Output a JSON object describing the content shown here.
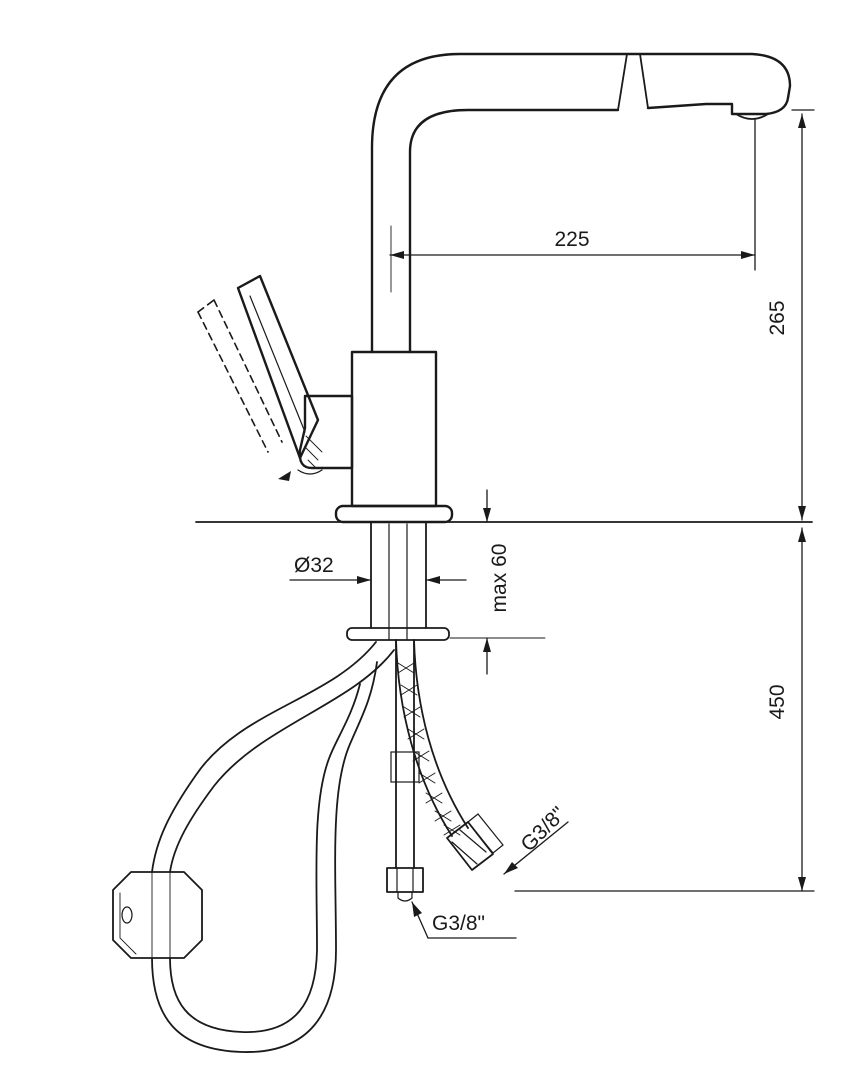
{
  "drawing": {
    "type": "technical-dimension-drawing",
    "subject": "pull-out-kitchen-faucet",
    "dimensions": {
      "spout_reach": "225",
      "spout_outlet_height": "265",
      "under_counter_hose_length": "450",
      "shank_diameter": "Ø32",
      "max_counter_thickness": "max 60",
      "angled_hose_thread": "G3/8\"",
      "straight_hose_thread": "G3/8\""
    },
    "colors": {
      "line": "#1a1a1a",
      "background": "#ffffff"
    }
  }
}
